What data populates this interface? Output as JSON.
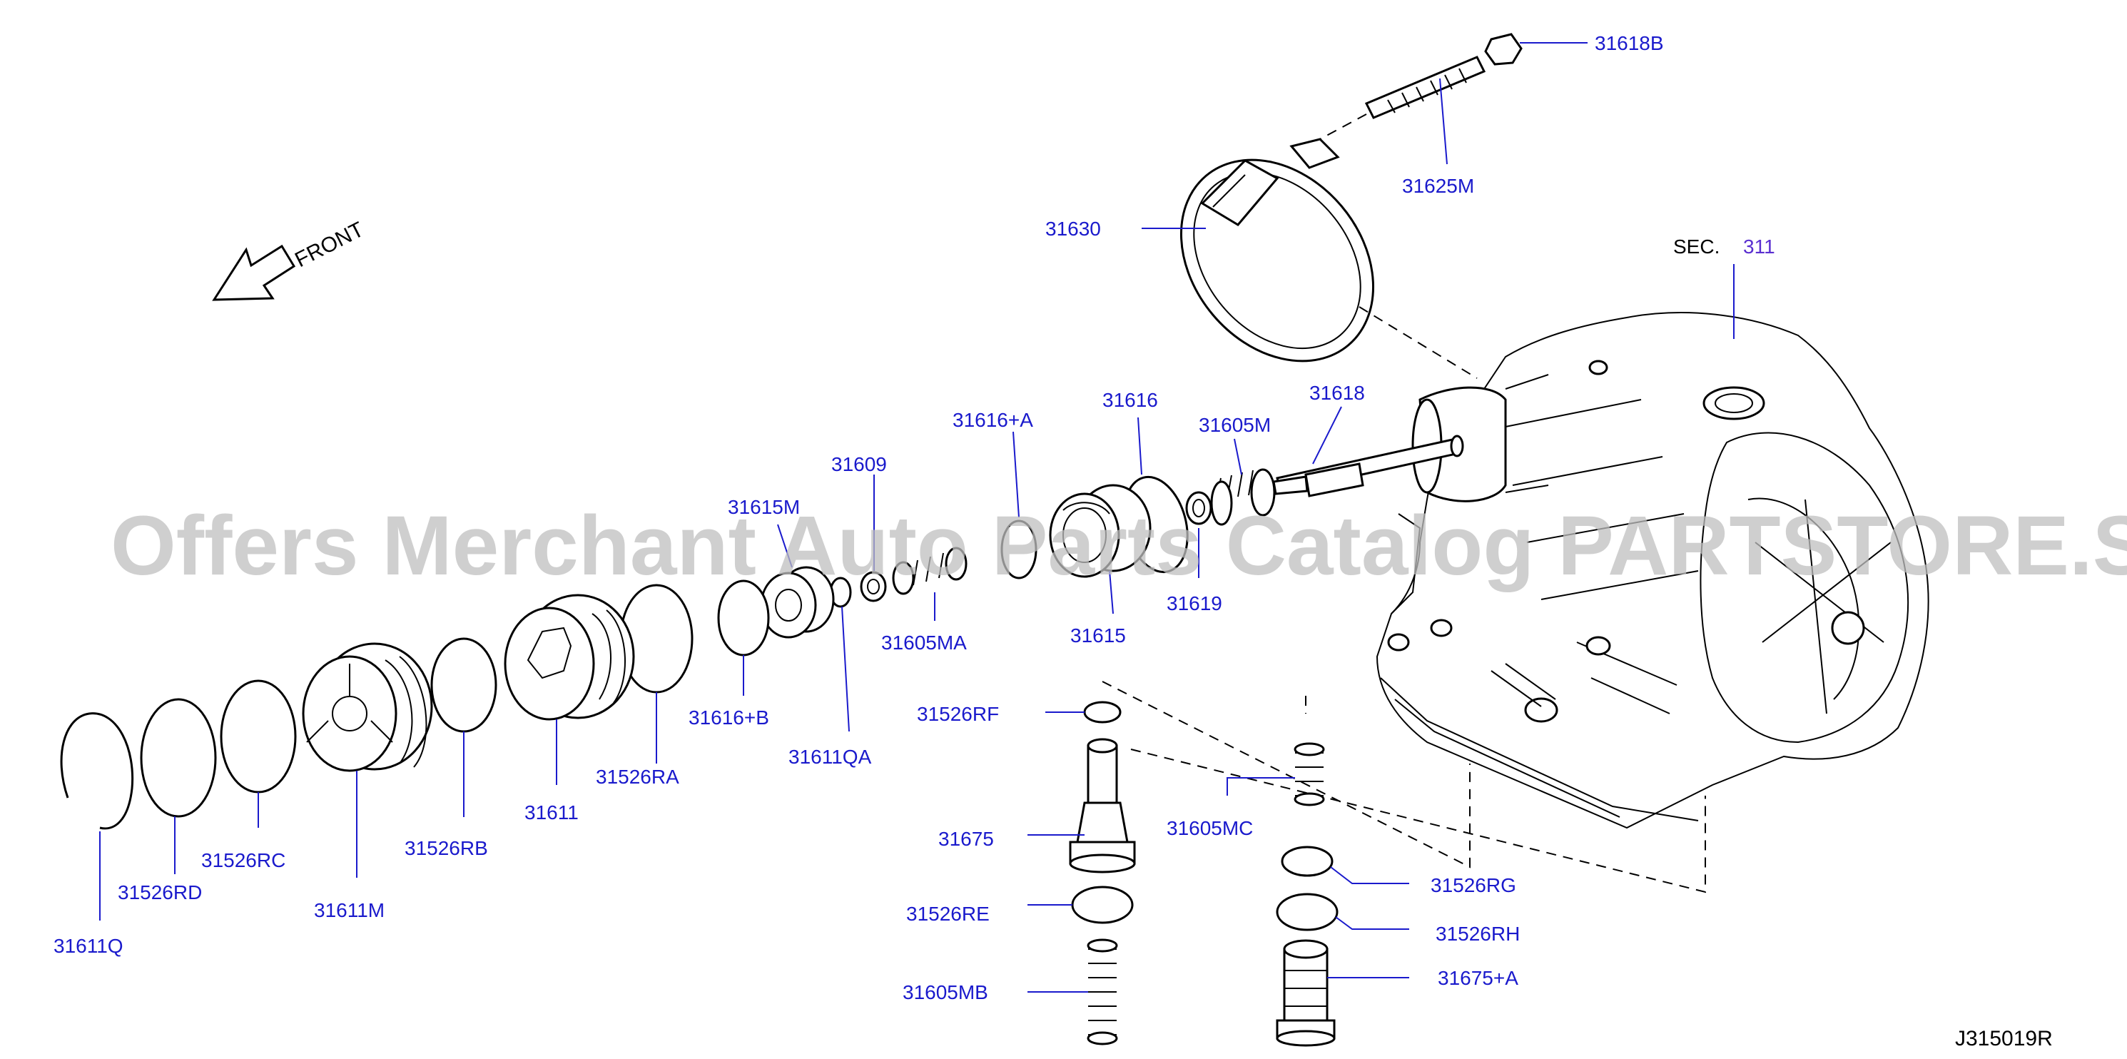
{
  "watermark": "Offers Merchant Auto Parts Catalog PARTSTORE.SA",
  "front_label": "FRONT",
  "section": {
    "prefix": "SEC.",
    "number": "311"
  },
  "diagram_code": "J315019R",
  "callouts": {
    "p31618B": "31618B",
    "p31625M": "31625M",
    "p31630": "31630",
    "p31618": "31618",
    "p31605M": "31605M",
    "p31616": "31616",
    "p31616A": "31616+A",
    "p31609": "31609",
    "p31615M": "31615M",
    "p31619": "31619",
    "p31615": "31615",
    "p31605MA": "31605MA",
    "p31616B": "31616+B",
    "p31611QA": "31611QA",
    "p31526RA": "31526RA",
    "p31611": "31611",
    "p31526RB": "31526RB",
    "p31611M": "31611M",
    "p31526RC": "31526RC",
    "p31526RD": "31526RD",
    "p31611Q": "31611Q",
    "p31526RF": "31526RF",
    "p31675": "31675",
    "p31526RE": "31526RE",
    "p31605MB": "31605MB",
    "p31605MC": "31605MC",
    "p31526RG": "31526RG",
    "p31526RH": "31526RH",
    "p31675A": "31675+A"
  }
}
